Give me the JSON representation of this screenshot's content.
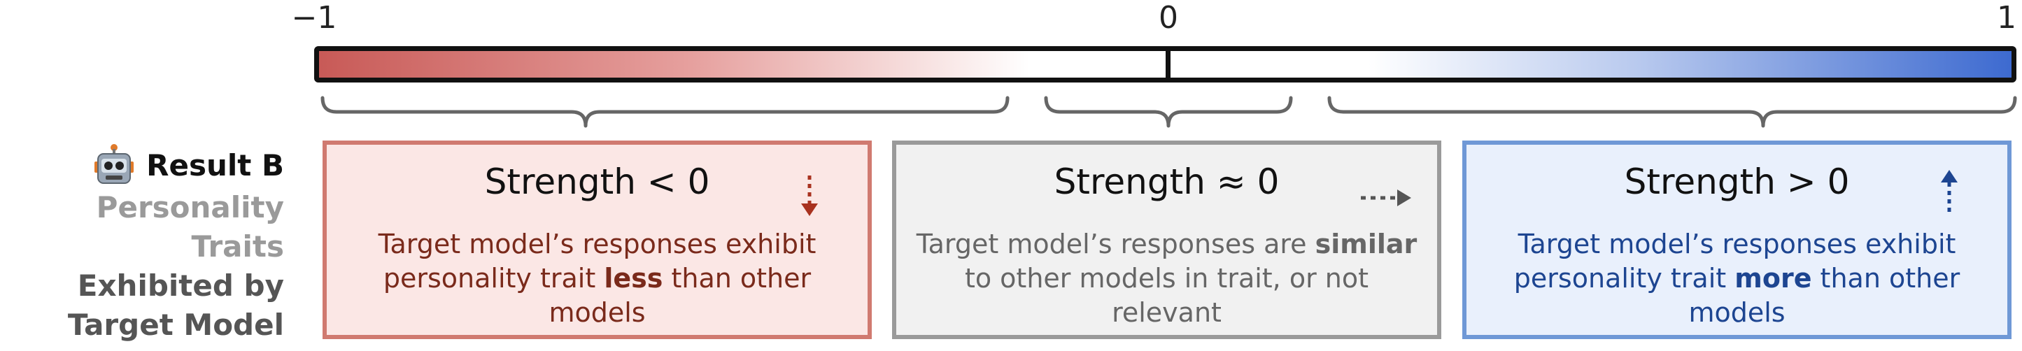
{
  "scale": {
    "min_label": "−1",
    "mid_label": "0",
    "max_label": "1"
  },
  "left_label": {
    "result": "Result B",
    "line1": "Personality Traits",
    "line2": "Exhibited by",
    "line3": "Target Model"
  },
  "boxes": {
    "negative": {
      "title": "Strength < 0",
      "desc_before": "Target model’s responses exhibit personality trait ",
      "desc_bold": "less",
      "desc_after": " than other models"
    },
    "neutral": {
      "title": "Strength ≈ 0",
      "desc_before": "Target model’s responses are ",
      "desc_bold": "similar",
      "desc_after": " to other models in trait, or not relevant"
    },
    "positive": {
      "title": "Strength > 0",
      "desc_before": "Target model’s responses exhibit personality trait ",
      "desc_bold": "more",
      "desc_after": " than other models"
    }
  },
  "colors": {
    "negative": "#c85a57",
    "neutral": "#9a9a9a",
    "positive": "#3d6ad0"
  },
  "icons": [
    "robot-icon",
    "down-arrow-icon",
    "right-arrow-icon",
    "up-arrow-icon"
  ]
}
